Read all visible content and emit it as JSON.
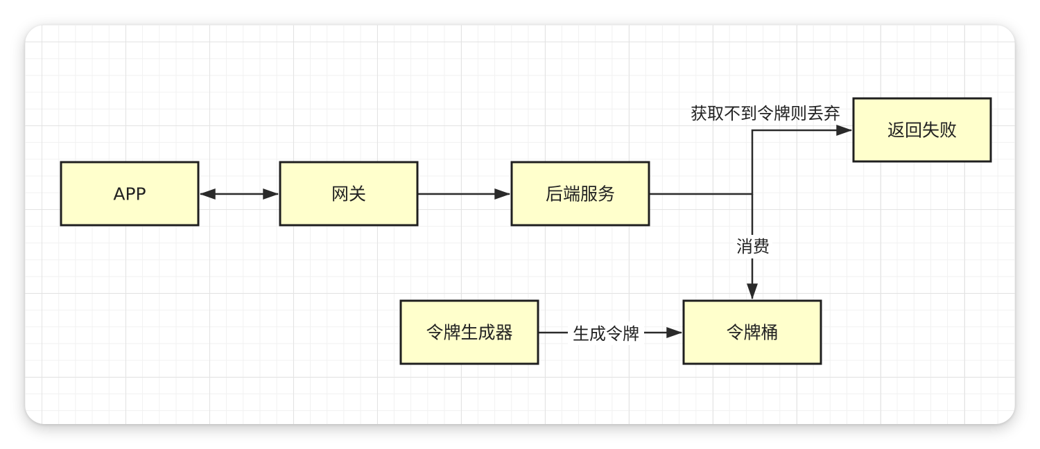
{
  "colors": {
    "node_fill": "#ffffcc",
    "node_border": "#1f1f1f",
    "edge": "#2a2a2a",
    "grid": "#e3e3e3"
  },
  "nodes": {
    "app": "APP",
    "gateway": "网关",
    "backend": "后端服务",
    "fail": "返回失败",
    "generator": "令牌生成器",
    "bucket": "令牌桶"
  },
  "edges": {
    "discard_label": "获取不到令牌则丢弃",
    "consume_label": "消费",
    "generate_label": "生成令牌"
  }
}
